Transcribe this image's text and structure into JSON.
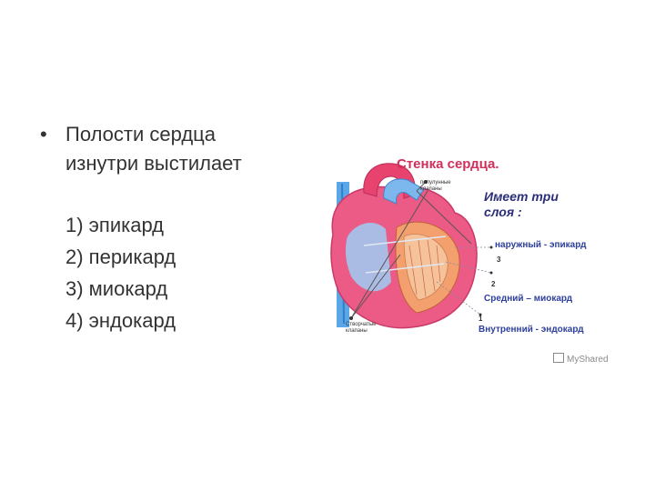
{
  "slide": {
    "bullet": "•",
    "question_line1": "Полости сердца",
    "question_line2": "изнутри выстилает",
    "answers": [
      "1) эпикард",
      "2) перикард",
      "3) миокард",
      "4) эндокард"
    ]
  },
  "figure": {
    "title": "Стенка сердца.",
    "subtitle_line1": "Имеет три",
    "subtitle_line2": "слоя :",
    "labels": {
      "outer": "наружный - эпикард",
      "middle": "Средний – миокард",
      "inner": "Внутренний - эндокард"
    },
    "numbers": [
      "3",
      "2",
      "1"
    ],
    "valve_top_line1": "полулунные",
    "valve_top_line2": "клапаны",
    "valve_bottom_line1": "Створчатые",
    "valve_bottom_line2": "клапаны"
  },
  "watermark": "MyShared",
  "colors": {
    "text": "#333333",
    "title_red": "#d0305a",
    "label_blue": "#2d3f9c",
    "heart_pink": "#ec5a86",
    "vessel_blue": "#5aa6e6"
  }
}
